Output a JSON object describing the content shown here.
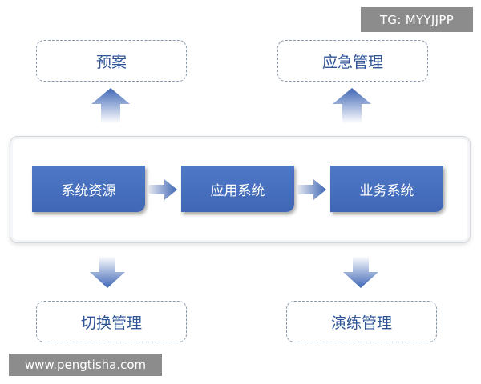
{
  "outcomes": {
    "plan": "预案",
    "emergency_management": "应急管理",
    "switch_management": "切换管理",
    "drill_management": "演练管理"
  },
  "systems": {
    "resources": "系统资源",
    "application": "应用系统",
    "business": "业务系统"
  },
  "watermarks": {
    "tg": "TG: MYYJJPP",
    "url": "www.pengtisha.com"
  },
  "colors": {
    "system_fill": "#4472c4",
    "outcome_text": "#2f5597",
    "watermark_bg": "#8c8c8c"
  }
}
